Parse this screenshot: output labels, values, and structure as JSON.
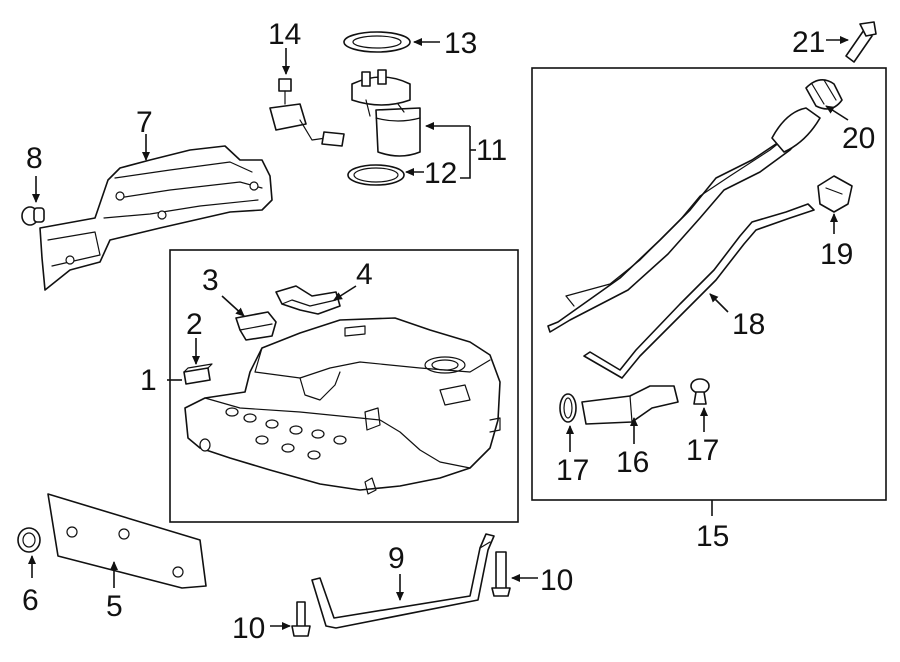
{
  "callouts": {
    "n1": "1",
    "n2": "2",
    "n3": "3",
    "n4": "4",
    "n5": "5",
    "n6": "6",
    "n7": "7",
    "n8": "8",
    "n9": "9",
    "n10a": "10",
    "n10b": "10",
    "n11": "11",
    "n12": "12",
    "n13": "13",
    "n14": "14",
    "n15": "15",
    "n16": "16",
    "n17a": "17",
    "n17b": "17",
    "n18": "18",
    "n19": "19",
    "n20": "20",
    "n21": "21"
  }
}
